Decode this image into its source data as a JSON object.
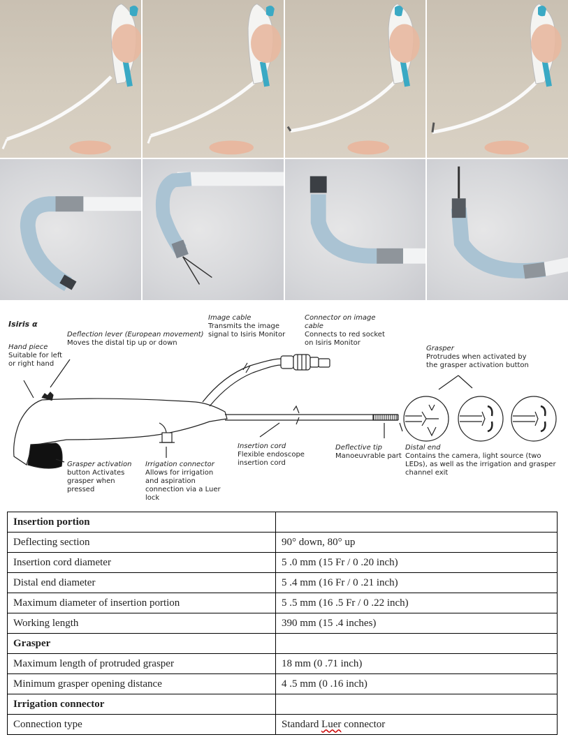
{
  "colors": {
    "handle": "#f4f4f2",
    "accent_teal": "#3aa9c4",
    "wall": "#d3cbbd",
    "line": "#222222"
  },
  "diagram": {
    "model_title": "Isiris α",
    "labels": {
      "hand_piece": {
        "title": "Hand piece",
        "text": "Suitable for left or right hand"
      },
      "deflection_lever": {
        "title": "Deflection lever (European movement)",
        "text": "Moves the distal tip up or down"
      },
      "image_cable": {
        "title": "Image cable",
        "text": "Transmits the image signal to Isiris Monitor"
      },
      "connector": {
        "title": "Connector on image cable",
        "text": "Connects to red socket on Isiris Monitor"
      },
      "grasper": {
        "title": "Grasper",
        "text": "Protrudes when activated by the grasper activation button"
      },
      "grasper_button": {
        "title": "Grasper activation",
        "text": "button Activates grasper when pressed"
      },
      "irrigation": {
        "title": "Irrigation connector",
        "text": "Allows for irrigation and aspiration connection via a Luer lock"
      },
      "insertion_cord": {
        "title": "Insertion cord",
        "text": "Flexible endoscope insertion cord"
      },
      "deflective_tip": {
        "title": "Deflective tip",
        "text": "Manoeuvrable part"
      },
      "distal_end": {
        "title": "Distal end",
        "text": "Contains the camera, light source (two LEDs), as well as the irrigation and grasper channel exit"
      }
    }
  },
  "spec_table": {
    "rows": [
      {
        "type": "section",
        "label": "Insertion portion",
        "value": ""
      },
      {
        "type": "row",
        "label": "Deflecting section",
        "value": "90° down, 80° up"
      },
      {
        "type": "row",
        "label": "Insertion cord diameter",
        "value": "5 .0 mm (15 Fr / 0 .20 inch)"
      },
      {
        "type": "row",
        "label": "Distal end diameter",
        "value": "5 .4 mm (16 Fr / 0 .21 inch)"
      },
      {
        "type": "row",
        "label": "Maximum diameter of insertion portion",
        "value": "5 .5 mm (16 .5 Fr / 0 .22 inch)"
      },
      {
        "type": "row",
        "label": "Working length",
        "value": "390 mm (15 .4 inches)"
      },
      {
        "type": "section",
        "label": "Grasper",
        "value": ""
      },
      {
        "type": "row",
        "label": "Maximum length of protruded grasper",
        "value": "18 mm (0 .71 inch)"
      },
      {
        "type": "row",
        "label": "Minimum grasper opening distance",
        "value": "4 .5 mm (0 .16 inch)"
      },
      {
        "type": "section",
        "label": "Irrigation connector",
        "value": ""
      },
      {
        "type": "row",
        "label": "Connection type",
        "value_prefix": "Standard ",
        "value_luer": "Luer",
        "value_suffix": " connector"
      }
    ]
  }
}
